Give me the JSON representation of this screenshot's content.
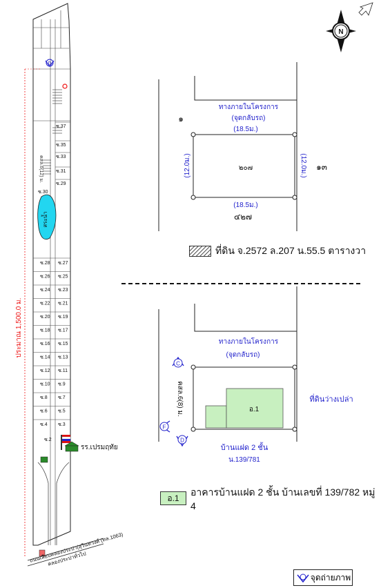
{
  "compass": {
    "letter": "N"
  },
  "village_map": {
    "house_labels": [
      "ซ.37",
      "ซ.35",
      "ซ.33",
      "ซ.31",
      "ซ.29",
      "ซ.30",
      "ซ.28",
      "ซ.27",
      "ซ.26",
      "ซ.25",
      "ซ.24",
      "ซ.23",
      "ซ.22",
      "ซ.21",
      "ซ.20",
      "ซ.19",
      "ซ.18",
      "ซ.17",
      "ซ.16",
      "ซ.15",
      "ซ.14",
      "ซ.13",
      "ซ.12",
      "ซ.11",
      "ซ.10",
      "ซ.9",
      "ซ.8",
      "ซ.7",
      "ซ.6",
      "ซ.5",
      "ซ.4",
      "ซ.3",
      "ซ.2"
    ],
    "pond_label": "สระน้ำ",
    "inner_road_label": "คสล.6(12) ม.",
    "distance_label": "ประมาณ 1,500.0 ม.",
    "school_label": "รร.เปรมฤทัย",
    "main_road_label": "ถนนเลียบคลองประปา(สุวินทวงศ์ (ทล.1063)",
    "canal_label": "คลองประปาทั่วไป",
    "photo_points": [
      "D"
    ]
  },
  "parcel_plan": {
    "road_label": "ทางภายในโครงการ",
    "road_sub": "(จุดกลับรถ)",
    "top_dim": "(18.5ม.)",
    "bottom_dim": "(18.5ม.)",
    "left_dim": "(12.0ม.)",
    "right_dim": "(12.0ม.)",
    "parcel_no": "๒๐๗",
    "neighbor_left": "๑",
    "neighbor_right": "๑๓",
    "neighbor_bottom": "๔๒๗"
  },
  "legend_land": "ที่ดิน จ.2572 ล.207 น.55.5 ตารางวา",
  "building_plan": {
    "road_label": "ทางภายในโครงการ",
    "road_sub": "(จุดกลับรถ)",
    "side_road_label": "คสล.6(8) ม.",
    "building_label": "อ.1",
    "empty_land_label": "ที่ดินว่างเปล่า",
    "bottom_label_1": "บ้านแฝด 2 ชั้น",
    "bottom_label_2": "น.139/781",
    "photo_points": [
      "C",
      "F",
      "D"
    ]
  },
  "legend_building_code": "อ.1",
  "legend_building": "อาคารบ้านแฝด 2 ชั้น บ้านเลขที่ 139/782 หมู่ 4",
  "photo_key_label": "จุดถ่ายภาพ",
  "colors": {
    "blue_text": "#2222cc",
    "red_dim": "#e11",
    "building_fill": "#c8f0c0",
    "pond_fill": "#22d6f0"
  }
}
